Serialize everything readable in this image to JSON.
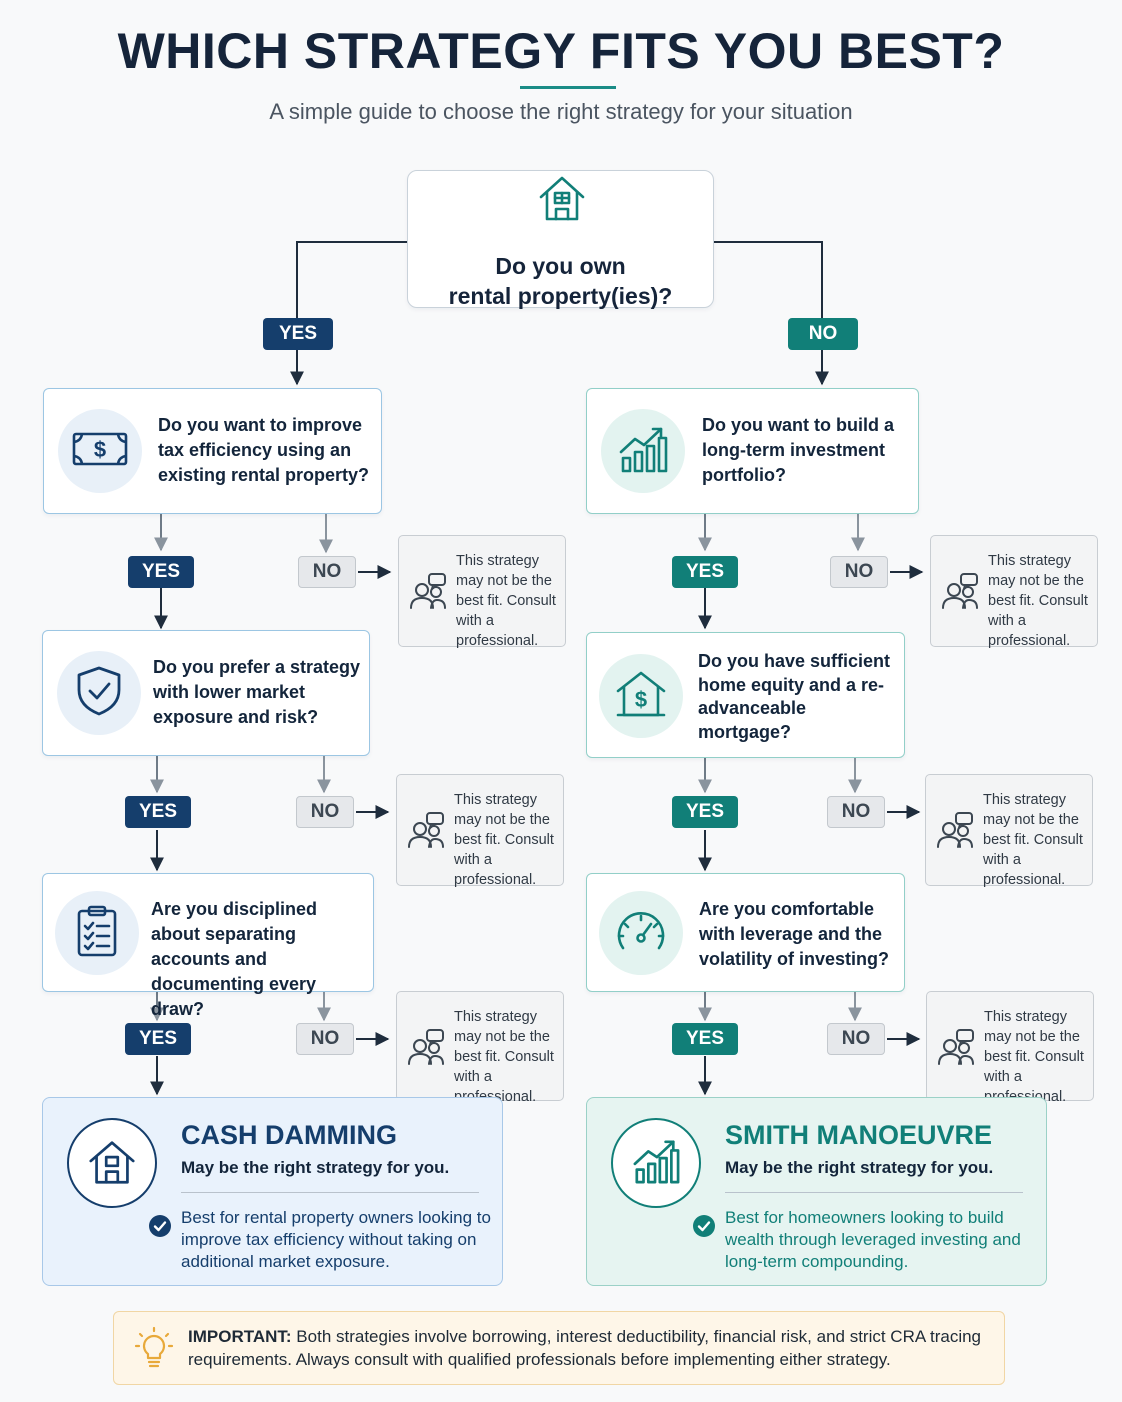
{
  "header": {
    "title": "WHICH STRATEGY FITS YOU BEST?",
    "subtitle": "A simple guide to choose the right strategy for your situation"
  },
  "root": {
    "question_line1": "Do you own",
    "question_line2": "rental property(ies)?",
    "icon": "house-icon"
  },
  "labels": {
    "yes": "YES",
    "no": "NO"
  },
  "consult_text": "This strategy may not be the best fit. Consult with a professional.",
  "left_branch": {
    "questions": [
      {
        "text": "Do you want to improve tax efficiency using an existing rental property?",
        "icon": "dollar-bill-icon"
      },
      {
        "text": "Do you prefer a strategy with lower market exposure and risk?",
        "icon": "shield-check-icon"
      },
      {
        "text": "Are you disciplined about separating accounts and documenting every draw?",
        "icon": "checklist-icon"
      }
    ],
    "result": {
      "title": "CASH DAMMING",
      "subtitle": "May be the right strategy for you.",
      "description": "Best for rental property owners looking to improve tax efficiency without taking on additional market exposure.",
      "icon": "house-icon"
    }
  },
  "right_branch": {
    "questions": [
      {
        "text": "Do you want to build a long-term investment portfolio?",
        "icon": "growth-chart-icon"
      },
      {
        "text": "Do you have sufficient home equity and a re-advanceable mortgage?",
        "icon": "house-dollar-icon"
      },
      {
        "text": "Are you comfortable with leverage and the volatility of investing?",
        "icon": "gauge-icon"
      }
    ],
    "result": {
      "title": "SMITH MANOEUVRE",
      "subtitle": "May be the right strategy for you.",
      "description": "Best for homeowners looking to build wealth through leveraged investing and long-term compounding.",
      "icon": "growth-chart-icon"
    }
  },
  "important": {
    "label": "IMPORTANT:",
    "text": "Both strategies involve borrowing, interest deductibility, financial risk, and strict CRA tracing requirements. Always consult with qualified professionals before implementing either strategy.",
    "icon": "lightbulb-icon"
  },
  "colors": {
    "navy": "#153e6c",
    "teal": "#117f78",
    "no_pill": "#e6e8eb",
    "important_bg": "#fef6e8"
  }
}
